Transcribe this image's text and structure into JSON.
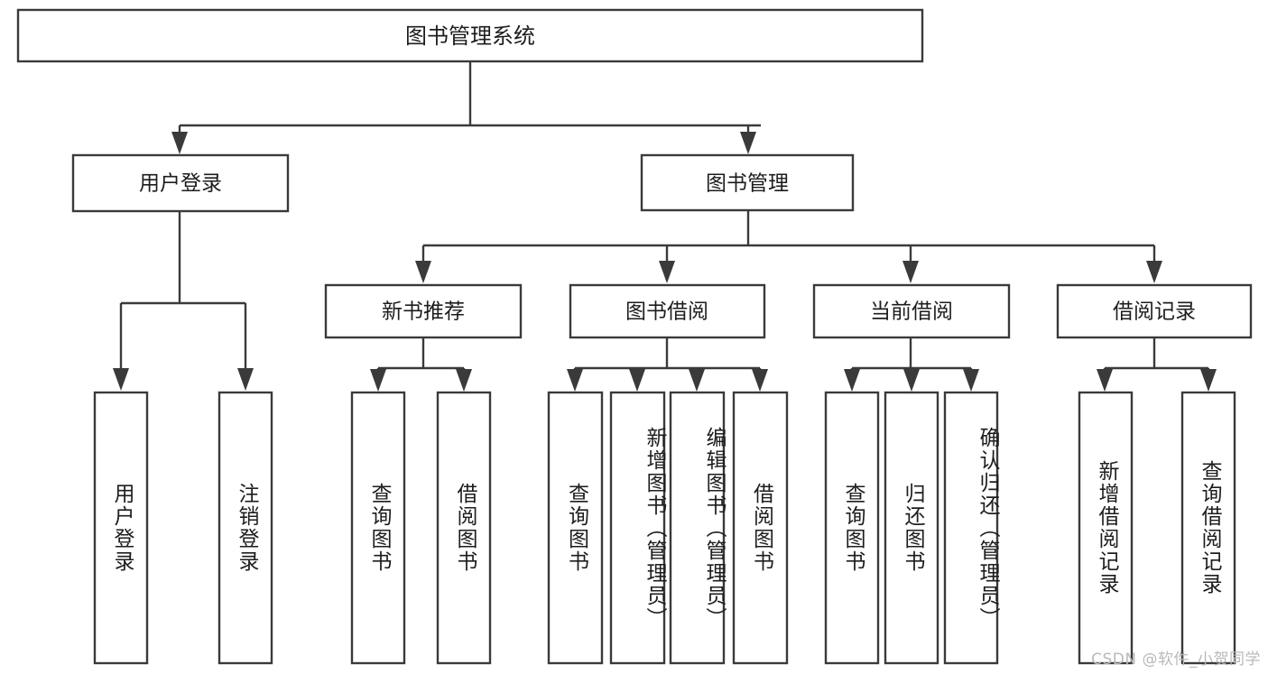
{
  "diagram": {
    "title": "图书管理系统",
    "type": "hierarchy-tree",
    "watermark": "CSDN @软件_小贺同学",
    "colors": {
      "stroke": "#3a3a3a",
      "box_fill": "#ffffff",
      "text": "#1d1d1d",
      "background": "#ffffff",
      "watermark": "#b9b9b9"
    },
    "root": {
      "id": "root",
      "label": "图书管理系统"
    },
    "level2": [
      {
        "id": "user-login",
        "label": "用户登录"
      },
      {
        "id": "book-management",
        "label": "图书管理"
      }
    ],
    "level3": [
      {
        "id": "new-book-recommend",
        "label": "新书推荐",
        "parent": "book-management"
      },
      {
        "id": "book-borrow",
        "label": "图书借阅",
        "parent": "book-management"
      },
      {
        "id": "current-borrow",
        "label": "当前借阅",
        "parent": "book-management"
      },
      {
        "id": "borrow-record",
        "label": "借阅记录",
        "parent": "book-management"
      }
    ],
    "leaves": [
      {
        "id": "leaf-user-login",
        "label": "用户登录",
        "parent": "user-login"
      },
      {
        "id": "leaf-user-logout",
        "label": "注销登录",
        "parent": "user-login"
      },
      {
        "id": "leaf-query-book-1",
        "label": "查询图书",
        "parent": "new-book-recommend"
      },
      {
        "id": "leaf-borrow-book-1",
        "label": "借阅图书",
        "parent": "new-book-recommend"
      },
      {
        "id": "leaf-query-book-2",
        "label": "查询图书",
        "parent": "book-borrow"
      },
      {
        "id": "leaf-add-book",
        "label": "新增图书（管理员）",
        "parent": "book-borrow"
      },
      {
        "id": "leaf-edit-book",
        "label": "编辑图书（管理员）",
        "parent": "book-borrow"
      },
      {
        "id": "leaf-borrow-book-2",
        "label": "借阅图书",
        "parent": "book-borrow"
      },
      {
        "id": "leaf-query-book-3",
        "label": "查询图书",
        "parent": "current-borrow"
      },
      {
        "id": "leaf-return-book",
        "label": "归还图书",
        "parent": "current-borrow"
      },
      {
        "id": "leaf-confirm-return",
        "label": "确认归还（管理员）",
        "parent": "current-borrow"
      },
      {
        "id": "leaf-add-record",
        "label": "新增借阅记录",
        "parent": "borrow-record"
      },
      {
        "id": "leaf-query-record",
        "label": "查询借阅记录",
        "parent": "borrow-record"
      }
    ]
  }
}
